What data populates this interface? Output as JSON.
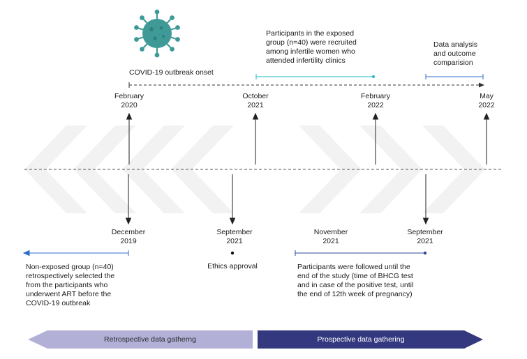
{
  "colors": {
    "chevron": "#f2f2f2",
    "timeline_dash": "#555555",
    "arrow": "#222222",
    "cyan_bracket": "#22b8c8",
    "blue_bracket": "#2f6ec8",
    "dark_blue_bracket": "#2a4a9a",
    "retro_band": "#b3b0d8",
    "prosp_band": "#34397f",
    "retro_text": "#2b2b2b",
    "prosp_text": "#ffffff",
    "virus": "#3f9a97"
  },
  "icon": {
    "virus": "virus-icon"
  },
  "outbreak_label": "COVID-19 outbreak onset",
  "top_dates": [
    {
      "month": "February",
      "year": "2020"
    },
    {
      "month": "October",
      "year": "2021"
    },
    {
      "month": "February",
      "year": "2022"
    },
    {
      "month": "May",
      "year": "2022"
    }
  ],
  "bottom_dates": [
    {
      "month": "December",
      "year": "2019"
    },
    {
      "month": "September",
      "year": "2021"
    },
    {
      "month": "November",
      "year": "2021"
    },
    {
      "month": "September",
      "year": "2021"
    }
  ],
  "notes": {
    "exposed_group": [
      "Participants in the exposed",
      "group (n=40) were recruited",
      "among infertile women who",
      "attended infertility clinics"
    ],
    "analysis": [
      "Data analysis",
      "and outcome",
      "comparision"
    ],
    "non_exposed": [
      "Non-exposed group (n=40)",
      "retrospectively selected the",
      "from the participants who",
      "underwent ART before the",
      "COVID-19 outbreak"
    ],
    "ethics": "Ethics approval",
    "followed": [
      "Participants were followed until the",
      "end of the study (time of BHCG test",
      "and in case of the positive test, until",
      "the end of 12th week of pregnancy)"
    ]
  },
  "bands": {
    "retrospective": "Retrospective data gatherng",
    "prospective": "Prospective data gathering"
  }
}
